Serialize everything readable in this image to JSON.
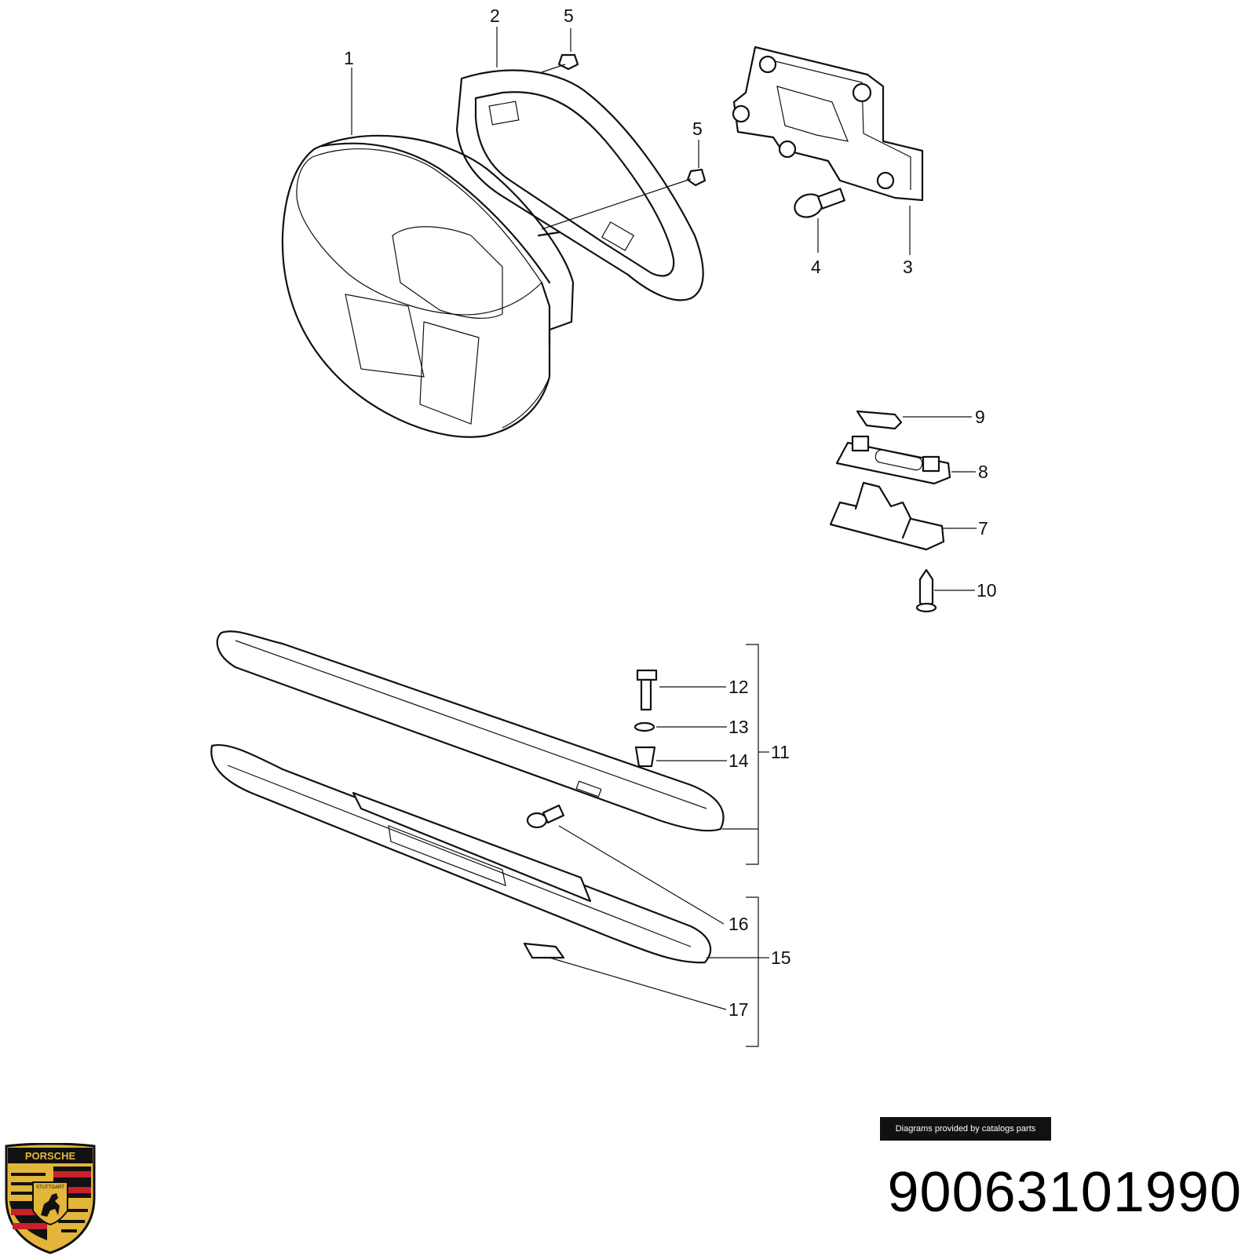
{
  "callouts": [
    "1",
    "2",
    "3",
    "4",
    "5",
    "5",
    "7",
    "8",
    "9",
    "10",
    "11",
    "12",
    "13",
    "14",
    "15",
    "16",
    "17"
  ],
  "credit": "Diagrams provided by catalogs parts",
  "part_number": "90063101990",
  "logo": {
    "icon": "porsche-crest-icon",
    "text_top": "PORSCHE",
    "text_center": "STUTTGART",
    "colors": {
      "gold": "#e3b53a",
      "red": "#c8202c",
      "black": "#111111"
    }
  }
}
